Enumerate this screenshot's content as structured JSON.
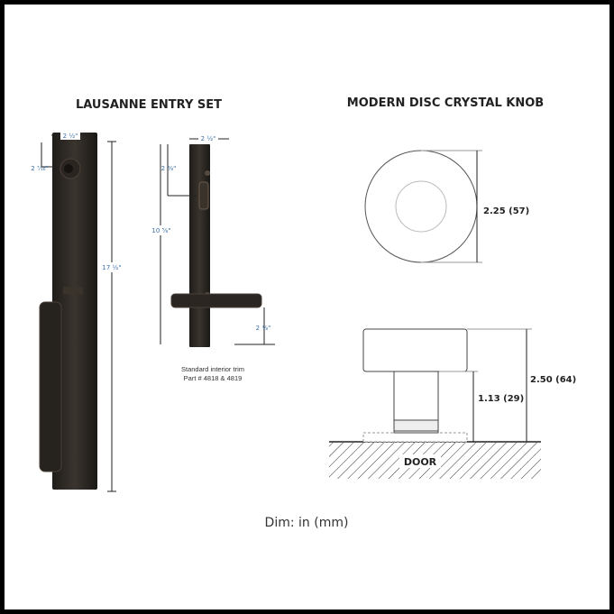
{
  "left": {
    "title": "LAUSANNE ENTRY SET",
    "dims": {
      "width_a": "2 ½\"",
      "backset_a": "2 ⁷⁄₁₆\"",
      "height_a": "17 ½\"",
      "width_b": "2 ½\"",
      "top_b": "2 ⅜\"",
      "height_b": "10 ⅝\"",
      "bottom_b": "2 ⅜\""
    },
    "caption_line1": "Standard interior trim",
    "caption_line2": "Part # 4818 & 4819"
  },
  "right": {
    "title": "MODERN DISC CRYSTAL KNOB",
    "diameter": "2.25 (57)",
    "projection": "2.50 (64)",
    "stem": "1.13 (29)",
    "door_label": "DOOR"
  },
  "units_note": "Dim: in (mm)",
  "colors": {
    "finish": "#2e2a25",
    "dim_blue": "#3a6fa8",
    "line": "#222222"
  }
}
